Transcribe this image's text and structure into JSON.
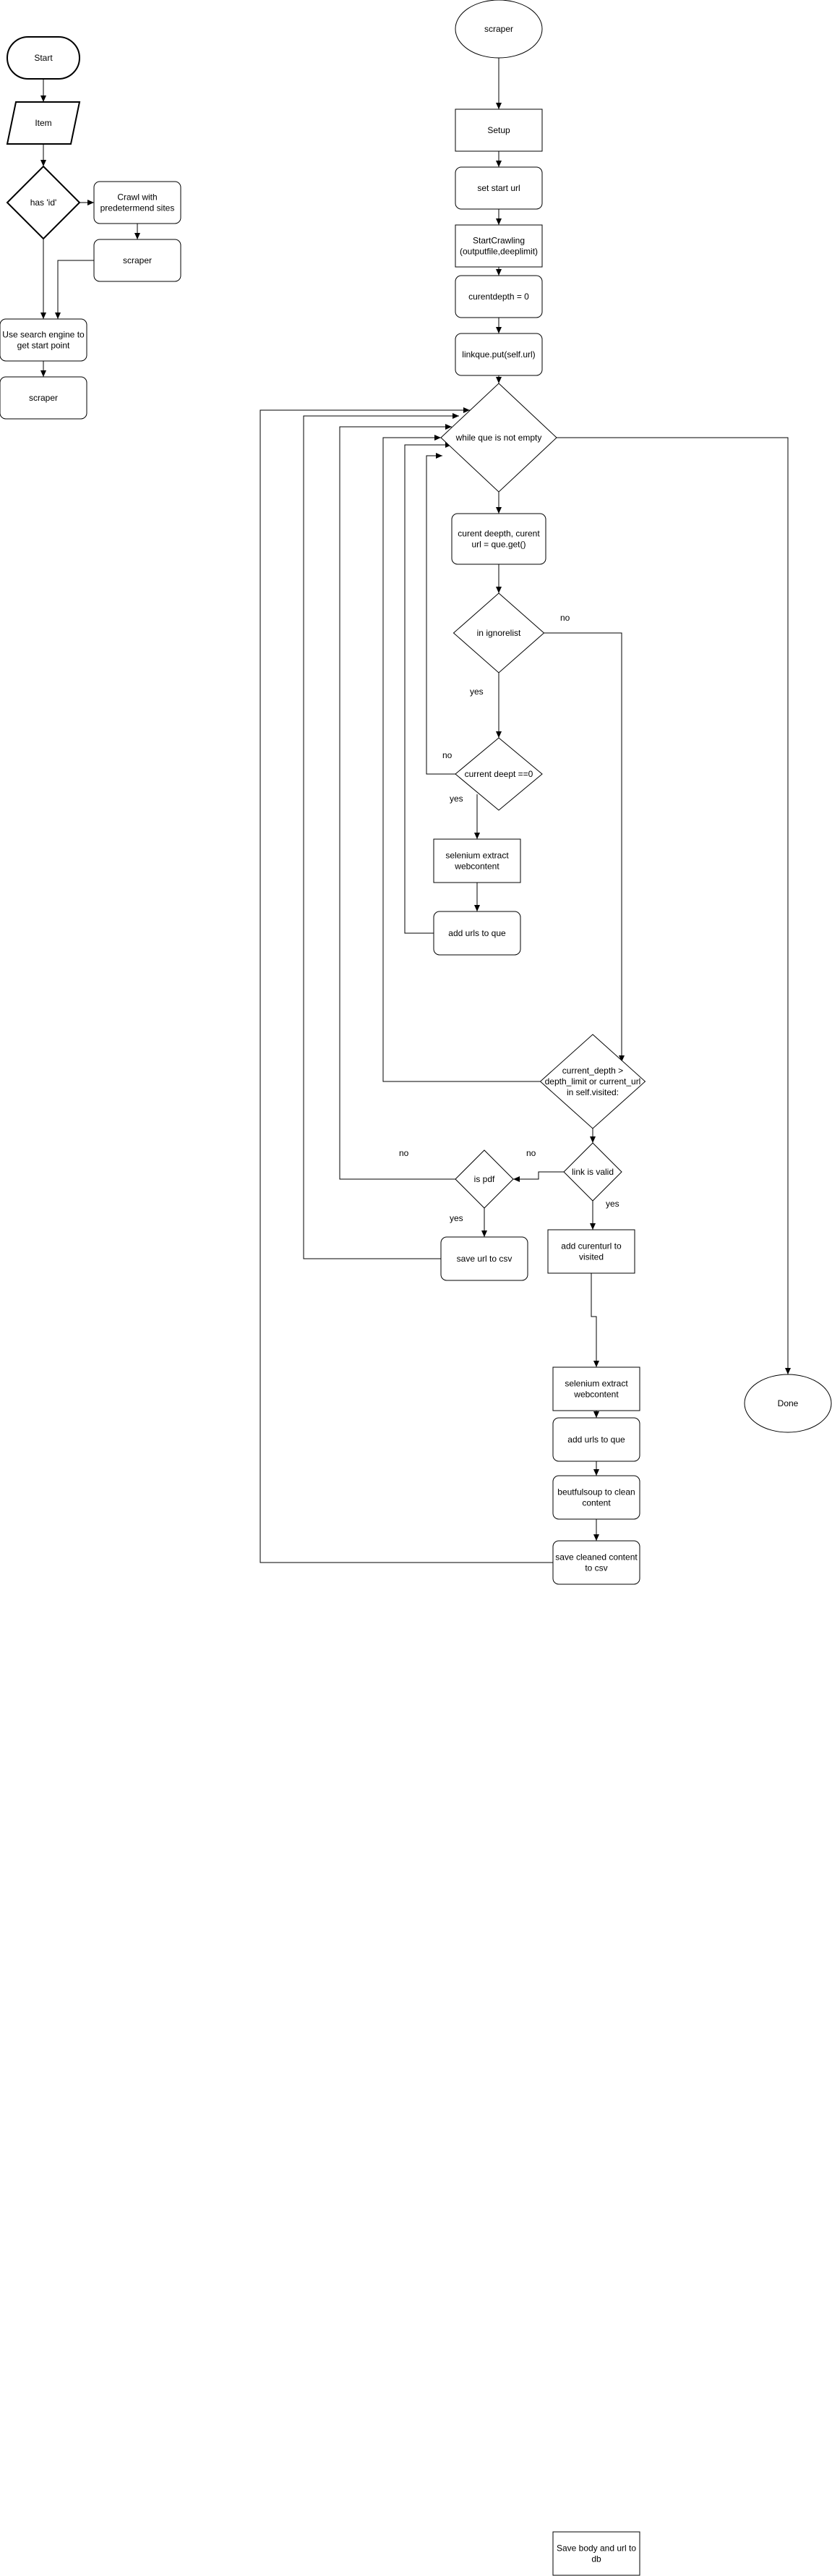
{
  "colors": {
    "stroke": "#000000",
    "fill": "#ffffff",
    "text": "#000000"
  },
  "left_flow": {
    "start": "Start",
    "item": "Item",
    "has_id": "has 'id'",
    "crawl": [
      "Crawl with",
      "predetermend sites"
    ],
    "scraper_top": "scraper",
    "search": [
      "Use search engine to",
      "get start point"
    ],
    "scraper_bottom": "scraper"
  },
  "main_flow": {
    "scraper": "scraper",
    "setup": "Setup",
    "set_start_url": "set start url",
    "start_crawling": [
      "StartCrawling",
      "(outputfile,deeplimit)"
    ],
    "current_depth": "curentdepth = 0",
    "linkque_put": "linkque.put(self.url)",
    "while_que": "while que is not empty",
    "curent_get": [
      "curent deepth, curent",
      "url = que.get()"
    ],
    "in_ignorelist": "in ignorelist",
    "current_deept": "current deept ==0",
    "selenium_1": [
      "selenium extract",
      "webcontent"
    ],
    "add_urls_1": "add urls to que",
    "depth_check": [
      "current_depth >",
      "depth_limit or current_url",
      "in self.visited:"
    ],
    "link_valid": "link is valid",
    "is_pdf": "is pdf",
    "add_visited": [
      "add curenturl to",
      "visited"
    ],
    "save_url_csv": "save url to csv",
    "selenium_2": [
      "selenium extract",
      "webcontent"
    ],
    "add_urls_2": "add urls to que",
    "beautifulsoup": [
      "beutfulsoup to clean",
      "content"
    ],
    "save_cleaned": [
      "save cleaned content",
      "to csv"
    ],
    "done": "Done",
    "save_body": [
      "Save body and url to",
      "db"
    ]
  },
  "edge_labels": {
    "no_ignorelist": "no",
    "yes_ignorelist": "yes",
    "no_deept": "no",
    "yes_deept": "yes",
    "no_valid": "no",
    "yes_valid": "yes",
    "no_pdf": "no",
    "yes_pdf": "yes"
  }
}
